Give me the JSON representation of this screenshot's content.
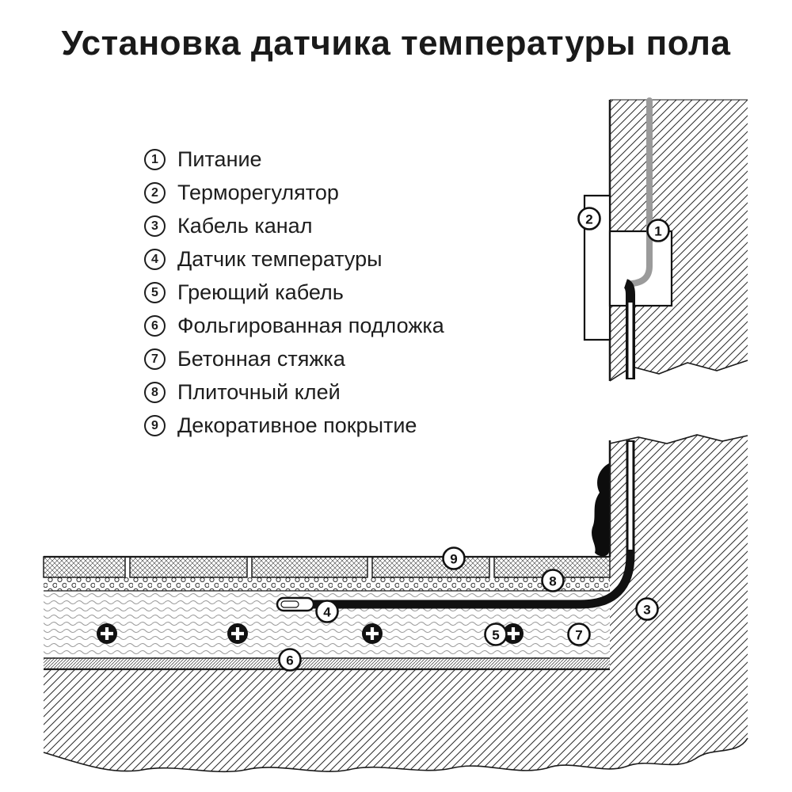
{
  "title": "Установка датчика температуры пола",
  "legend": {
    "items": [
      {
        "num": "1",
        "label": "Питание"
      },
      {
        "num": "2",
        "label": "Терморегулятор"
      },
      {
        "num": "3",
        "label": "Кабель канал"
      },
      {
        "num": "4",
        "label": "Датчик температуры"
      },
      {
        "num": "5",
        "label": "Греющий кабель"
      },
      {
        "num": "6",
        "label": "Фольгированная подложка"
      },
      {
        "num": "7",
        "label": "Бетонная стяжка"
      },
      {
        "num": "8",
        "label": "Плиточный клей"
      },
      {
        "num": "9",
        "label": "Декоративное покрытие"
      }
    ]
  },
  "diagram": {
    "markers": [
      {
        "num": "1"
      },
      {
        "num": "2"
      },
      {
        "num": "3"
      },
      {
        "num": "4"
      },
      {
        "num": "5"
      },
      {
        "num": "6"
      },
      {
        "num": "7"
      },
      {
        "num": "8"
      },
      {
        "num": "9"
      }
    ]
  },
  "colors": {
    "ink": "#111111",
    "cable_gray": "#9b9b9b",
    "background": "#ffffff"
  }
}
